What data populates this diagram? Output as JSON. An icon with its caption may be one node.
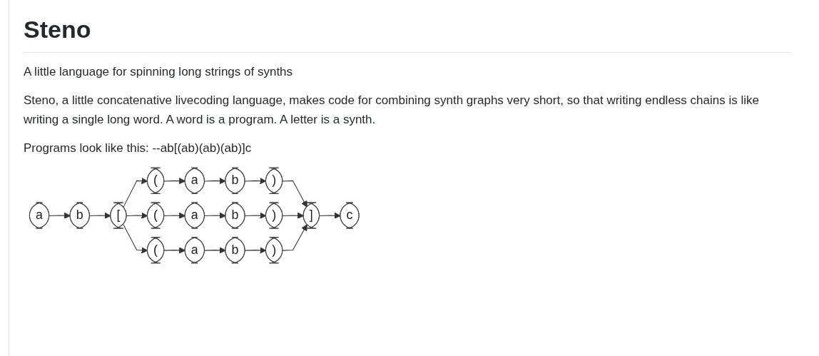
{
  "diagram": {
    "title": "Steno",
    "nodes": [
      {
        "text": [
          "a"
        ]
      },
      {
        "text": [
          "b"
        ]
      },
      {
        "text": [
          "["
        ]
      },
      {
        "text": [
          "("
        ]
      },
      {
        "text": [
          "a"
        ]
      },
      {
        "text": [
          "b"
        ]
      },
      {
        "text": [
          ")"
        ]
      },
      {
        "text": [
          "("
        ]
      },
      {
        "text": [
          "a"
        ]
      },
      {
        "text": [
          "b"
        ]
      },
      {
        "text": [
          ")"
        ]
      },
      {
        "text": [
          "("
        ]
      },
      {
        "text": [
          "a"
        ]
      },
      {
        "text": [
          "b"
        ]
      },
      {
        "text": [
          ")"
        ]
      },
      {
        "text": [
          "]"
        ]
      },
      {
        "text": [
          "c"
        ]
      }
    ],
    "edges": [
      {
        "from": 0,
        "to": 1,
        "arrow": "to"
      },
      {
        "from": 1,
        "to": 2,
        "arrow": "to"
      },
      {
        "from": 2,
        "to": 3,
        "arrow": "to"
      },
      {
        "from": 2,
        "to": 7,
        "arrow": "to"
      },
      {
        "from": 2,
        "to": 11,
        "arrow": "to"
      },
      {
        "from": 3,
        "to": 4,
        "arrow": "to"
      },
      {
        "from": 4,
        "to": 5,
        "arrow": "to"
      },
      {
        "from": 5,
        "to": 6,
        "arrow": "to"
      },
      {
        "from": 7,
        "to": 8,
        "arrow": "to"
      },
      {
        "from": 8,
        "to": 9,
        "arrow": "to"
      },
      {
        "from": 9,
        "to": 10,
        "arrow": "to"
      },
      {
        "from": 11,
        "to": 12,
        "arrow": "to"
      },
      {
        "from": 12,
        "to": 13,
        "arrow": "to"
      },
      {
        "from": 13,
        "to": 14,
        "arrow": "to"
      },
      {
        "from": 6,
        "to": 15,
        "arrow": "to"
      },
      {
        "from": 10,
        "to": 15,
        "arrow": "to"
      },
      {
        "from": 14,
        "to": 15,
        "arrow": "to"
      },
      {
        "from": 15,
        "to": 16,
        "arrow": "to"
      }
    ],
    "labels": [
      "A little language for spinning long strings of synths",
      "Steno, a little concatenative livecoding language, makes code for combining synth graphs very short, so that writing endless chains is like writing a single long word. A word is a program. A letter is a synth.",
      "Programs look like this: --ab[(ab)(ab)(ab)]c"
    ]
  }
}
